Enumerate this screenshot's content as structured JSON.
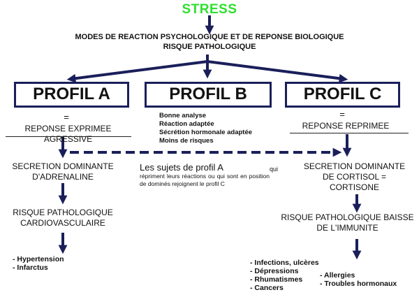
{
  "title": "STRESS",
  "modes": {
    "line1": "MODES DE REACTION PSYCHOLOGIQUE ET DE REPONSE BIOLOGIQUE",
    "line2": "RISQUE PATHOLOGIQUE"
  },
  "profiles": {
    "a": {
      "label": "PROFIL A",
      "equals": "=",
      "response": "REPONSE EXPRIMEE AGRESSIVE",
      "secretion": [
        "SECRETION DOMINANTE",
        "D'ADRENALINE"
      ],
      "risk": [
        "RISQUE PATHOLOGIQUE",
        "CARDIOVASCULAIRE"
      ],
      "diseases": [
        "Hypertension",
        "Infarctus"
      ]
    },
    "b": {
      "label": "PROFIL B",
      "traits": [
        "Bonne analyse",
        "Réaction adaptée",
        "Sécrétion hormonale adaptée",
        "Moins de risques"
      ]
    },
    "c": {
      "label": "PROFIL C",
      "equals": "=",
      "response": "REPONSE REPRIMEE",
      "secretion": [
        "SECRETION DOMINANTE",
        "DE CORTISOL =",
        "CORTISONE"
      ],
      "risk": [
        "RISQUE PATHOLOGIQUE BAISSE",
        "DE L'IMMUNITE"
      ],
      "diseases_left": [
        "Infections, ulcères",
        "Dépressions",
        "Rhumatismes",
        "Cancers"
      ],
      "diseases_right": [
        "Allergies",
        "Troubles hormonaux"
      ]
    }
  },
  "note": {
    "large": "Les sujets de profil A",
    "large_tail": "qui",
    "small": "répriment leurs réactions ou qui sont en position de dominés rejoignent le profil C"
  },
  "colors": {
    "arrow": "#1a1f5a",
    "title": "#2ee02e",
    "box_border": "#1a1f5a"
  }
}
